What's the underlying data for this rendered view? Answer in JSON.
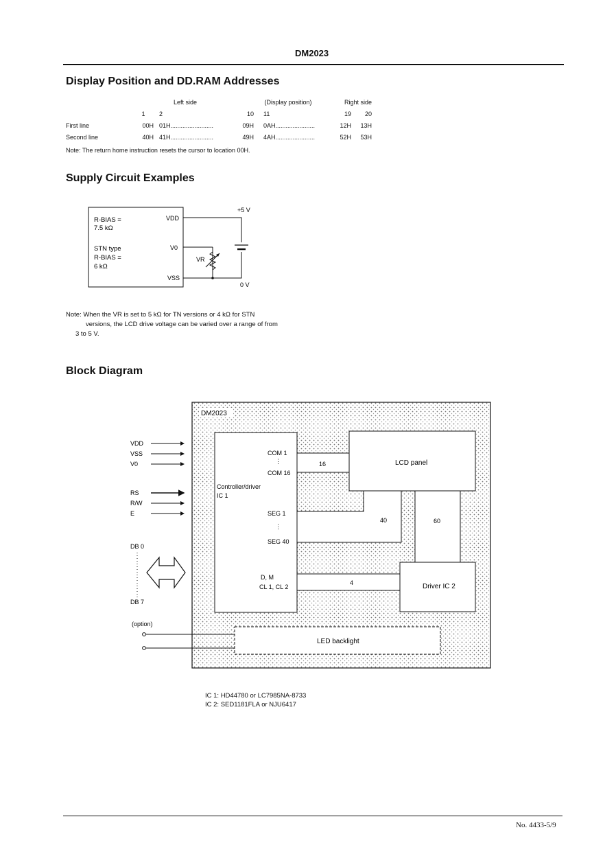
{
  "header": {
    "model": "DM2023"
  },
  "section1": {
    "title": "Display Position and DD.RAM Addresses",
    "col_left": "Left side",
    "col_mid": "(Display position)",
    "col_right": "Right side",
    "positions": [
      "1",
      "2",
      "10",
      "11",
      "19",
      "20"
    ],
    "rows": [
      {
        "label": "First line",
        "c1": "00H",
        "c2": "01H",
        "c10": "09H",
        "c11": "0AH",
        "c19": "12H",
        "c20": "13H"
      },
      {
        "label": "Second line",
        "c1": "40H",
        "c2": "41H",
        "c10": "49H",
        "c11": "4AH",
        "c19": "52H",
        "c20": "53H"
      }
    ],
    "note": "Note: The return home instruction resets the cursor to location 00H."
  },
  "section2": {
    "title": "Supply Circuit Examples",
    "box_text_1": "R-BIAS =",
    "box_text_2": "7.5 kΩ",
    "box_text_3": "STN type",
    "box_text_4": "R-BIAS =",
    "box_text_5": "6 kΩ",
    "pin_vdd": "VDD",
    "pin_vo": "V0",
    "pin_vss": "VSS",
    "resistor_label": "VR",
    "plus5v": "+5 V",
    "zero_v": "0 V",
    "note_line1": "Note:  When the VR is set to 5 kΩ for TN versions or 4 kΩ for STN",
    "note_line2": "versions, the LCD drive voltage can be varied over a range of from",
    "note_line3": "3 to 5 V."
  },
  "section3": {
    "title": "Block Diagram",
    "module": "DM2023",
    "inputs": [
      "VDD",
      "VSS",
      "V0",
      "RS",
      "R/W",
      "E"
    ],
    "db0": "DB 0",
    "db7": "DB 7",
    "option": "(option)",
    "ic1_line1": "Controller/driver",
    "ic1_line2": "IC 1",
    "com1": "COM 1",
    "com16": "COM 16",
    "seg1": "SEG 1",
    "seg40": "SEG 40",
    "dm": "D, M",
    "cl": "CL 1, CL 2",
    "bus16": "16",
    "bus40": "40",
    "bus60": "60",
    "bus4": "4",
    "lcd": "LCD panel",
    "driver": "Driver IC 2",
    "led": "LED backlight",
    "legend1": "IC 1: HD44780 or LC7985NA-8733",
    "legend2": "IC 2: SED1181FLA or NJU6417"
  },
  "footer": {
    "page": "No. 4433-5/9"
  }
}
